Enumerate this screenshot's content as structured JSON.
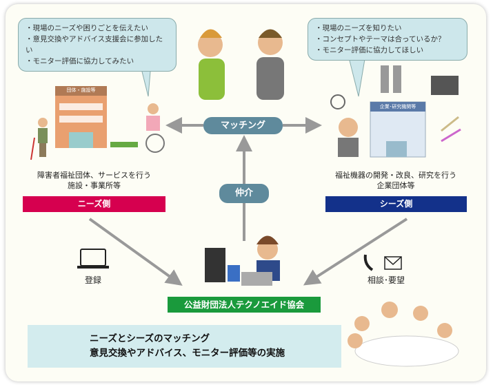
{
  "needs_bubble": [
    "現場のニーズや困りごとを伝えたい",
    "意見交換やアドバイス支援会に参加したい",
    "モニター評価に協力してみたい"
  ],
  "seeds_bubble": [
    "現場のニーズを知りたい",
    "コンセプトやテーマは合っているか？",
    "モニター評価に協力してほしい"
  ],
  "building_sign": "団体・施設等",
  "company_sign": "企業･研究機関等",
  "matching": "マッチング",
  "mediation": "仲介",
  "needs_desc": [
    "障害者福祉団体、サービスを行う",
    "施設・事業所等"
  ],
  "seeds_desc": [
    "福祉機器の開発・改良、研究を行う",
    "企業団体等"
  ],
  "needs_label": "ニーズ側",
  "seeds_label": "シーズ側",
  "register": "登録",
  "consult": "相談･要望",
  "org": "公益財団法人テクノエイド協会",
  "summary": [
    "ニーズとシーズのマッチング",
    "意見交換やアドバイス、モニター評価等の実施"
  ],
  "colors": {
    "needs": "#d6004f",
    "seeds": "#13318a",
    "org": "#1a9a3c",
    "pill": "#5f8a9c"
  }
}
